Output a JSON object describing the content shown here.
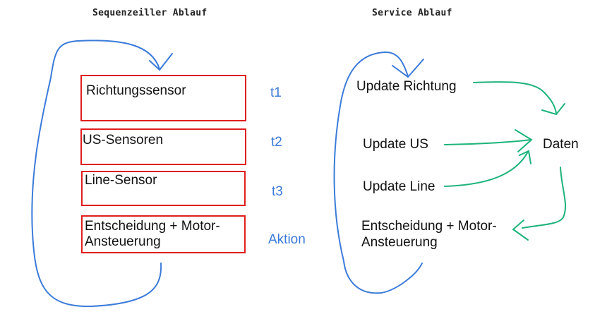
{
  "left": {
    "title": "Sequenzeiller Ablauf",
    "steps": [
      {
        "label": "Richtungssensor",
        "time": "t1"
      },
      {
        "label": "US-Sensoren",
        "time": "t2"
      },
      {
        "label": "Line-Sensor",
        "time": "t3"
      },
      {
        "label_line1": "Entscheidung + Motor-",
        "label_line2": "Ansteuerung",
        "time": "Aktion"
      }
    ]
  },
  "right": {
    "title": "Service Ablauf",
    "updates": [
      {
        "label": "Update Richtung"
      },
      {
        "label": "Update US"
      },
      {
        "label": "Update Line"
      }
    ],
    "output": {
      "line1": "Entscheidung + Motor-",
      "line2": "Ansteuerung"
    },
    "store": "Daten"
  },
  "colors": {
    "box_border": "#e01e1e",
    "loop_arrow": "#3b7bd9",
    "data_arrow": "#1db37a",
    "time_label": "#3b7bd9"
  }
}
